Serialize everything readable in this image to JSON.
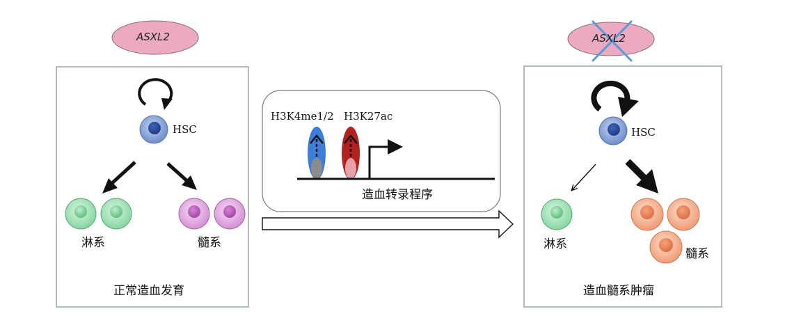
{
  "colors": {
    "gene_oval": "#ebaac2",
    "panel_border": "#9aa6a6",
    "hsc_cell": "#7d9bd6",
    "lymphoid_cell": "#9fe3b4",
    "myeloid_normal_cell": "#e3a6e3",
    "myeloid_tumor_cell": "#f4a983",
    "mark_blue": "#3d7fd8",
    "mark_red": "#b0231f",
    "knockout_cross": "#5b9bd5"
  },
  "left_panel": {
    "gene": "ASXL2",
    "hsc_label": "HSC",
    "lymphoid_label": "淋系",
    "myeloid_label": "髓系",
    "caption": "正常造血发育"
  },
  "center_panel": {
    "mark_1": "H3K4me1/2",
    "mark_2": "H3K27ac",
    "caption": "造血转录程序"
  },
  "right_panel": {
    "gene": "ASXL2",
    "gene_state": "knocked-out",
    "hsc_label": "HSC",
    "lymphoid_label": "淋系",
    "myeloid_label": "髓系",
    "caption": "造血髓系肿瘤"
  }
}
